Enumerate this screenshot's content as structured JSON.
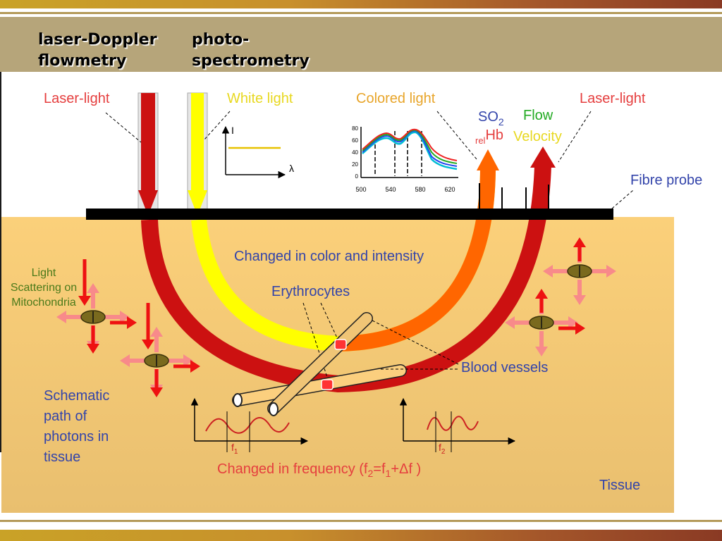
{
  "header": {
    "title_left_line1": "laser-Doppler",
    "title_left_line2": "flowmetry",
    "title_right_line1": "photo-",
    "title_right_line2": "spectrometry"
  },
  "labels": {
    "laser_light_left": "Laser-light",
    "white_light": "White light",
    "colored_light": "Colored light",
    "so2": "SO",
    "so2_sub": "2",
    "hb_prefix": "rel",
    "hb": "Hb",
    "flow": "Flow",
    "velocity": "Velocity",
    "laser_light_right": "Laser-light",
    "fibre_probe": "Fibre probe",
    "changed_color": "Changed in color and intensity",
    "erythrocytes": "Erythrocytes",
    "blood_vessels": "Blood vessels",
    "light_scattering_1": "Light",
    "light_scattering_2": "Scattering on",
    "light_scattering_3": "Mitochondria",
    "schematic_1": "Schematic",
    "schematic_2": "path of",
    "schematic_3": "photons in",
    "schematic_4": "tissue",
    "changed_freq_prefix": "Changed in frequency (f",
    "changed_freq_sub1": "2",
    "changed_freq_mid": "=f",
    "changed_freq_sub2": "1",
    "changed_freq_suffix": "+Δf )",
    "tissue": "Tissue",
    "f1": "f",
    "f1_sub": "1",
    "f2": "f",
    "f2_sub": "2",
    "inset_i": "I",
    "inset_lambda": "λ"
  },
  "spectrum_axis": {
    "y_ticks": [
      "80",
      "60",
      "40",
      "20",
      "0"
    ],
    "x_ticks": [
      "500",
      "540",
      "580",
      "620"
    ]
  },
  "colors": {
    "laser_red": "#cc1111",
    "yellow": "#ffff00",
    "orange": "#ff6600",
    "tissue": "#f5c870",
    "blue_text": "#3344aa",
    "red_text": "#e53e3e",
    "green_text": "#22aa22",
    "yellow_text": "#e8d820",
    "olive_text": "#4a7a1a"
  }
}
